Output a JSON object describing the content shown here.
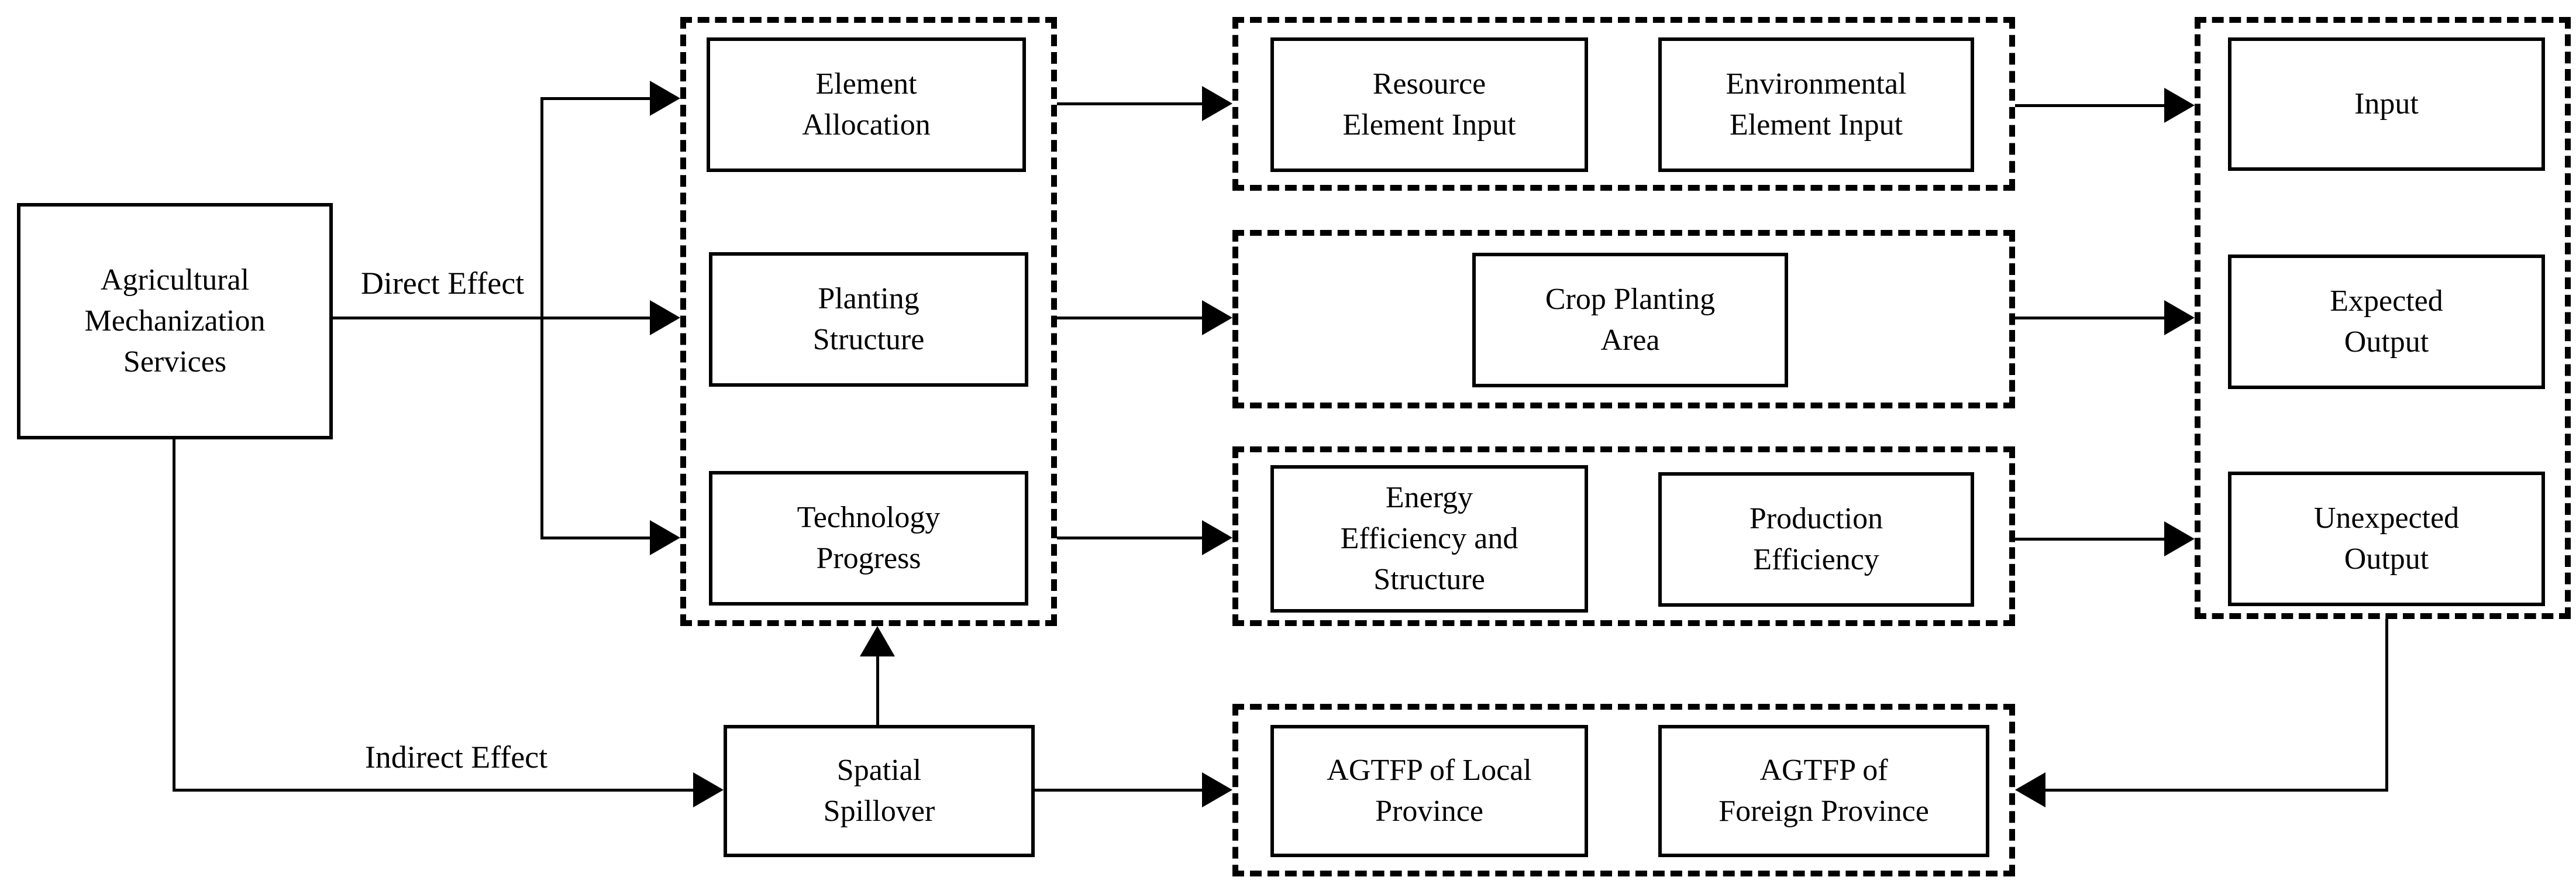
{
  "nodes": {
    "ams": "Agricultural\nMechanization\nServices",
    "element_allocation": "Element\nAllocation",
    "planting_structure": "Planting\nStructure",
    "technology_progress": "Technology\nProgress",
    "resource_element_input": "Resource\nElement Input",
    "environmental_element_input": "Environmental\nElement Input",
    "crop_planting_area": "Crop Planting\nArea",
    "energy_efficiency_structure": "Energy\nEfficiency and\nStructure",
    "production_efficiency": "Production\nEfficiency",
    "input": "Input",
    "expected_output": "Expected\nOutput",
    "unexpected_output": "Unexpected\nOutput",
    "spatial_spillover": "Spatial\nSpillover",
    "agtfp_local": "AGTFP of Local\nProvince",
    "agtfp_foreign": "AGTFP of\nForeign Province"
  },
  "labels": {
    "direct_effect": "Direct Effect",
    "indirect_effect": "Indirect Effect"
  },
  "colors": {
    "line": "#000000",
    "background": "#ffffff"
  }
}
